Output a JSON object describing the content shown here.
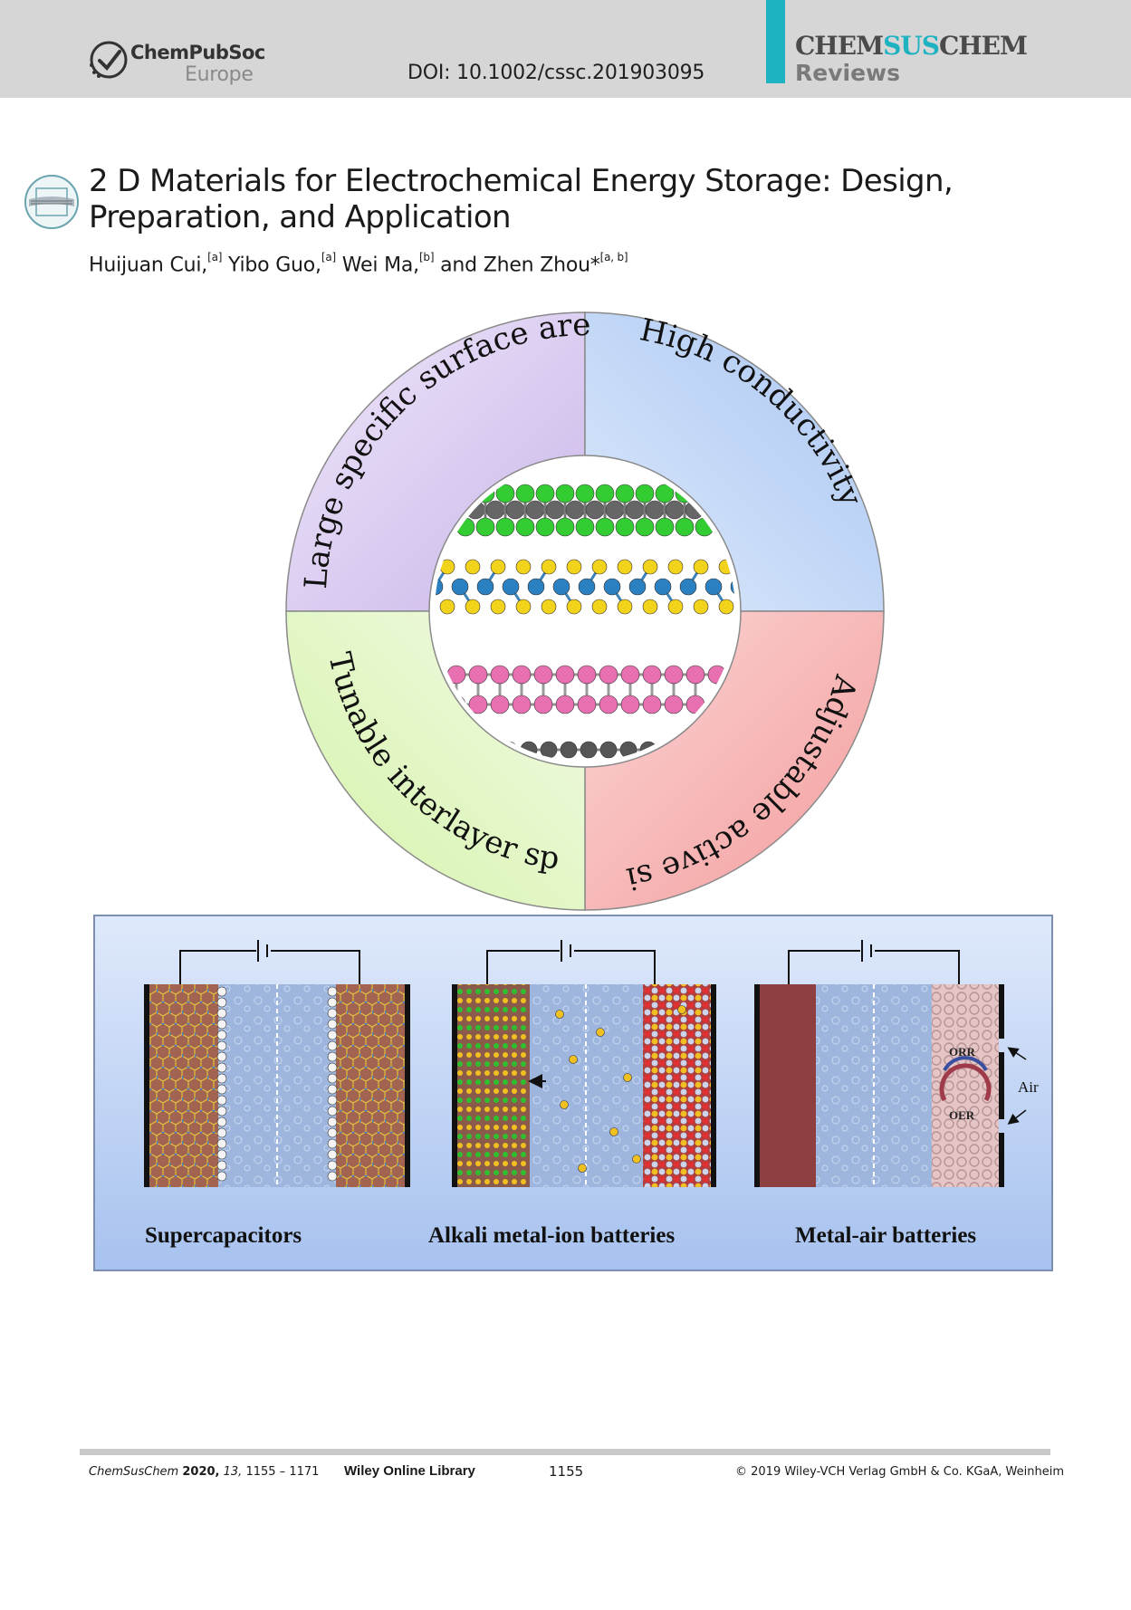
{
  "header": {
    "publisher_name": "ChemPubSoc",
    "publisher_region": "Europe",
    "doi": "DOI: 10.1002/cssc.201903095",
    "journal_part1": "CHEM",
    "journal_part2": "SUS",
    "journal_part3": "CHEM",
    "section": "Reviews",
    "accent_color": "#1fb3c2",
    "band_color": "#d6d6d6"
  },
  "article": {
    "title": "2 D Materials for Electrochemical Energy Storage: Design, Preparation, and Application",
    "authors": [
      {
        "name": "Huijuan Cui,",
        "aff": "[a]"
      },
      {
        "name": "Yibo Guo,",
        "aff": "[a]"
      },
      {
        "name": "Wei Ma,",
        "aff": "[b]"
      },
      {
        "name": "and Zhen Zhou*",
        "aff": "[a, b]"
      }
    ]
  },
  "figure": {
    "quadrants": [
      {
        "label": "Large specific surface area",
        "color": "#d9cdee"
      },
      {
        "label": "High conductivity",
        "color": "#bfd4f6"
      },
      {
        "label": "Adjustable active sites",
        "color": "#f6b8b8"
      },
      {
        "label": "Tunable interlayer spacing",
        "color": "#dcf0c2"
      }
    ],
    "devices": [
      {
        "label": "Supercapacitors"
      },
      {
        "label": "Alkali metal-ion batteries"
      },
      {
        "label": "Metal-air batteries"
      }
    ],
    "metal_air_labels": {
      "orr": "ORR",
      "oer": "OER",
      "air": "Air"
    }
  },
  "footer": {
    "journal_abbrev": "ChemSusChem",
    "year": "2020,",
    "volume": "13,",
    "pages": "1155 – 1171",
    "library": "Wiley Online Library",
    "page_number": "1155",
    "copyright": "© 2019 Wiley-VCH Verlag GmbH & Co. KGaA, Weinheim"
  }
}
